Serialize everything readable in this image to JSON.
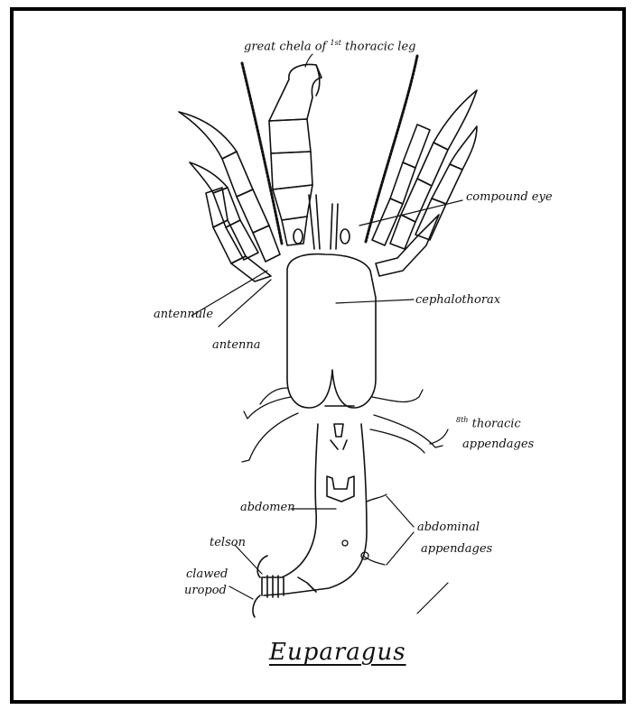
{
  "title": "Euparagus",
  "labels": {
    "great_chela": {
      "pre": "great chela of ",
      "sup": "1st",
      "post": " thoracic leg"
    },
    "compound_eye": "compound eye",
    "cephalothorax": "cephalothorax",
    "antennule": "antennule",
    "antenna": "antenna",
    "eighth_thoracic": {
      "sup": "8th",
      "line1": " thoracic",
      "line2": "appendages"
    },
    "abdomen": "abdomen",
    "abdominal_appendages": {
      "line1": "abdominal",
      "line2": "appendages"
    },
    "telson": "telson",
    "clawed_uropod": {
      "line1": "clawed",
      "line2": "uropod"
    }
  },
  "colors": {
    "ink": "#111111",
    "frame": "#000000",
    "background": "#ffffff"
  }
}
